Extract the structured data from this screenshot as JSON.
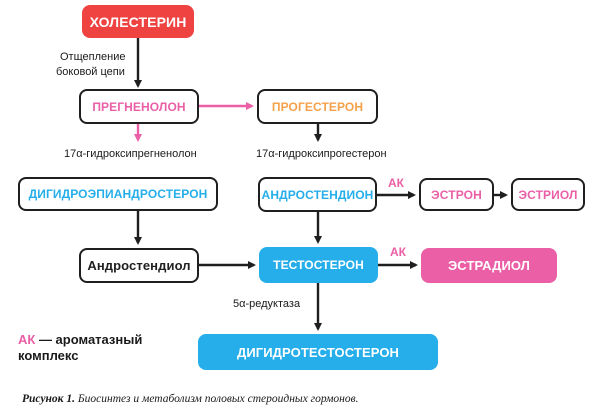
{
  "colors": {
    "red": "#ee4340",
    "pink": "#ea5fa6",
    "cyan": "#25aeea",
    "orange": "#f5a04a",
    "black": "#1f1f1f"
  },
  "nodes": {
    "cholesterol": "ХОЛЕСТЕРИН",
    "pregnenolone": "ПРЕГНЕНОЛОН",
    "progesterone": "ПРОГЕСТЕРОН",
    "dhea": "ДИГИДРОЭПИАНДРОСТЕРОН",
    "androstenedione": "АНДРОСТЕНДИОН",
    "estrone": "ЭСТРОН",
    "estriol": "ЭСТРИОЛ",
    "androstenediol": "Андростендиол",
    "testosterone": "ТЕСТОСТЕРОН",
    "estradiol": "ЭСТРАДИОЛ",
    "dht": "ДИГИДРОТЕСТОСТЕРОН"
  },
  "labels": {
    "side_chain_line1": "Отщепление",
    "side_chain_line2": "боковой цепи",
    "hydroxypregnenolone": "17α-гидроксипрегненолон",
    "hydroxyprogesterone": "17α-гидроксипрогестерон",
    "ak_estrone": "АК",
    "ak_estradiol": "АК",
    "reductase": "5α-редуктаза"
  },
  "legend": {
    "abbr": "АК",
    "dash_text": " — ароматазный",
    "line2": "комплекс"
  },
  "caption": {
    "lead": "Рисунок 1.",
    "text": " Биосинтез и метаболизм половых стероидных гормонов."
  }
}
